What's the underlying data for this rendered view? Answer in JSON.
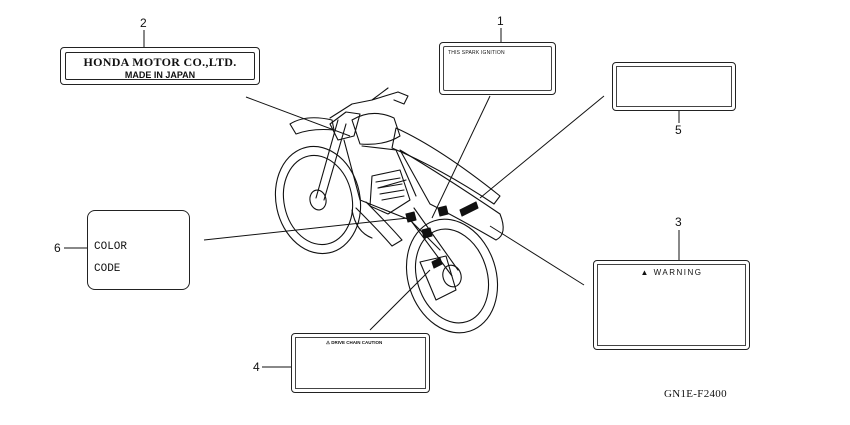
{
  "callouts": {
    "c1": "1",
    "c2": "2",
    "c3": "3",
    "c4": "4",
    "c5": "5",
    "c6": "6"
  },
  "labels": {
    "honda_line1": "HONDA MOTOR CO.,LTD.",
    "honda_line2": "MADE IN JAPAN",
    "spark_title": "THIS SPARK IGNITION",
    "warning_title": "▲ WARNING",
    "chain_title": "⚠ DRIVE CHAIN CAUTION",
    "color_line1": "COLOR",
    "color_line2": "CODE"
  },
  "diagram_code": "GN1E-F2400",
  "colors": {
    "ink": "#111111",
    "paper": "#ffffff"
  }
}
